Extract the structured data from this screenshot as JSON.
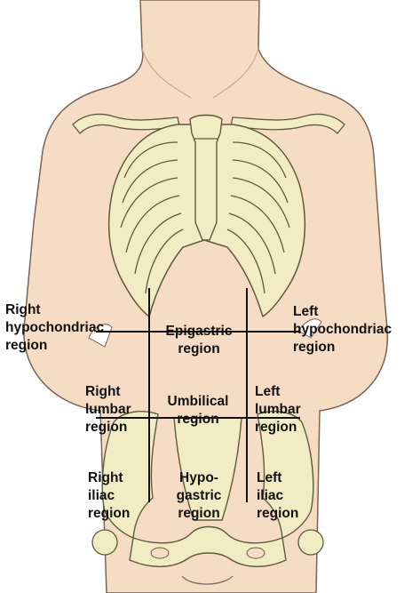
{
  "regions": {
    "right_hypochondriac": [
      "Right",
      "hypochondriac",
      "region"
    ],
    "epigastric": [
      "Epigastric",
      "region"
    ],
    "left_hypochondriac": [
      "Left",
      "hypochondriac",
      "region"
    ],
    "right_lumbar": [
      "Right",
      "lumbar",
      "region"
    ],
    "umbilical": [
      "Umbilical",
      "region"
    ],
    "left_lumbar": [
      "Left",
      "lumbar",
      "region"
    ],
    "right_iliac": [
      "Right",
      "iliac",
      "region"
    ],
    "hypogastric": [
      "Hypo-",
      "gastric",
      "region"
    ],
    "left_iliac": [
      "Left",
      "iliac",
      "region"
    ]
  },
  "colors": {
    "skin": "#f6dcc4",
    "skin_outline": "#7a6456",
    "bone": "#f1ecc4",
    "bone_outline": "#5e5a3c",
    "grid_line": "#111111"
  }
}
